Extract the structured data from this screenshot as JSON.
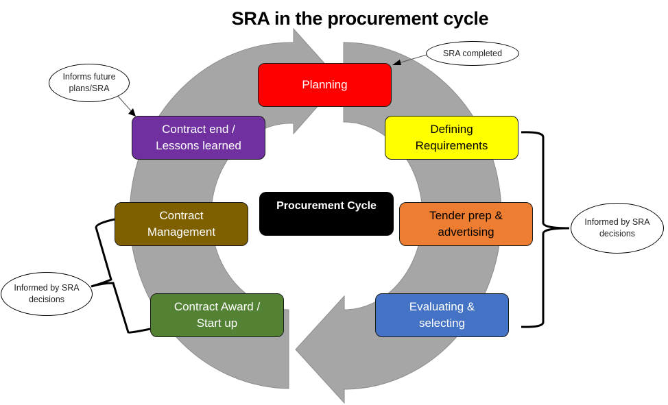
{
  "title": "SRA in the procurement cycle",
  "center": {
    "label": "Procurement Cycle"
  },
  "stages": [
    {
      "id": "planning",
      "lines": [
        "Planning"
      ],
      "color": "#FF0000",
      "text_color": "#FFFFFF"
    },
    {
      "id": "defining-requirements",
      "lines": [
        "Defining",
        "Requirements"
      ],
      "color": "#FFFF00",
      "text_color": "#000000"
    },
    {
      "id": "tender-prep",
      "lines": [
        "Tender prep &",
        "advertising"
      ],
      "color": "#ED7D31",
      "text_color": "#000000"
    },
    {
      "id": "evaluating",
      "lines": [
        "Evaluating &",
        "selecting"
      ],
      "color": "#4472C4",
      "text_color": "#FFFFFF"
    },
    {
      "id": "contract-award",
      "lines": [
        "Contract Award /",
        "Start up"
      ],
      "color": "#548235",
      "text_color": "#FFFFFF"
    },
    {
      "id": "contract-management",
      "lines": [
        "Contract",
        "Management"
      ],
      "color": "#7F6000",
      "text_color": "#FFFFFF"
    },
    {
      "id": "contract-end",
      "lines": [
        "Contract end /",
        "Lessons learned"
      ],
      "color": "#7030A0",
      "text_color": "#FFFFFF"
    }
  ],
  "callouts": {
    "sra_completed": {
      "lines": [
        "SRA completed"
      ]
    },
    "informs_future": {
      "lines": [
        "Informs future",
        "plans/SRA"
      ]
    },
    "informed_right": {
      "lines": [
        "Informed by SRA",
        "decisions"
      ]
    },
    "informed_left": {
      "lines": [
        "Informed by SRA",
        "decisions"
      ]
    }
  },
  "colors": {
    "ring": "#A6A6A6",
    "ring_edge": "#8C8C8C"
  }
}
